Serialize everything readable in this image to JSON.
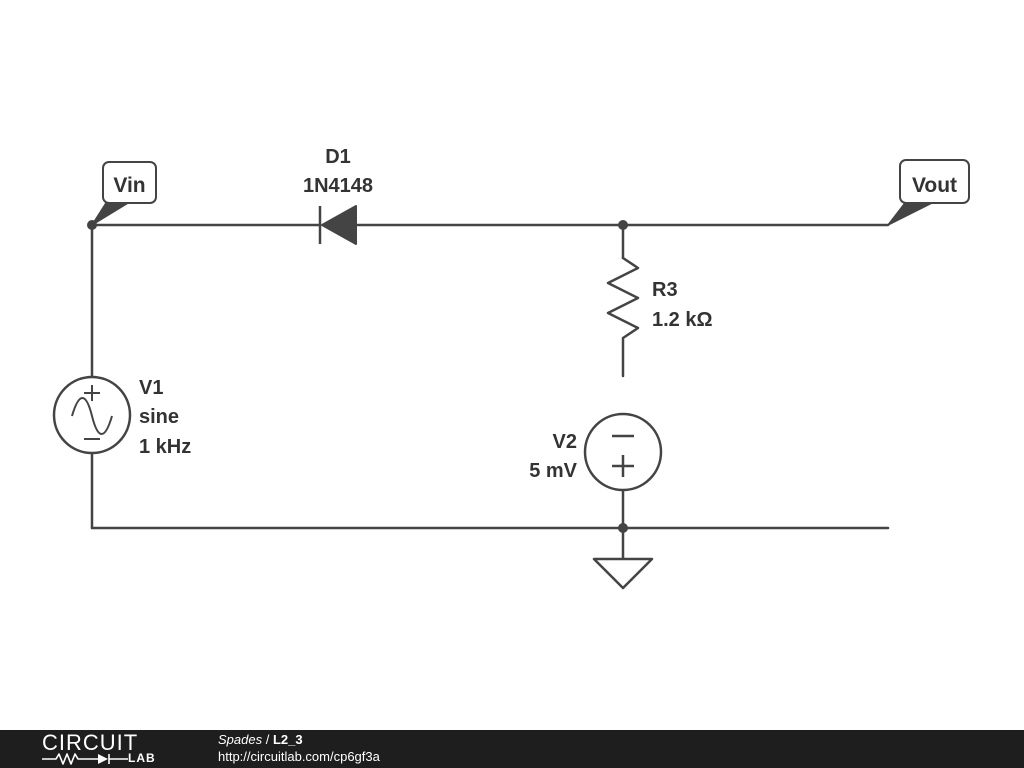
{
  "diagram": {
    "labels": {
      "vin": "Vin",
      "vout": "Vout"
    },
    "diode": {
      "name": "D1",
      "part": "1N4148"
    },
    "resistor": {
      "name": "R3",
      "value": "1.2 kΩ"
    },
    "source_v1": {
      "name": "V1",
      "type": "sine",
      "freq": "1 kHz"
    },
    "source_v2": {
      "name": "V2",
      "value": "5 mV"
    }
  },
  "footer": {
    "logo_text": "CIRCUIT",
    "logo_sub": "LAB",
    "owner": "Spades",
    "separator": " / ",
    "circuit_name": "L2_3",
    "url": "http://circuitlab.com/cp6gf3a"
  },
  "colors": {
    "wire": "#444444",
    "text": "#333333",
    "footer_bg": "#1e1e1e"
  }
}
